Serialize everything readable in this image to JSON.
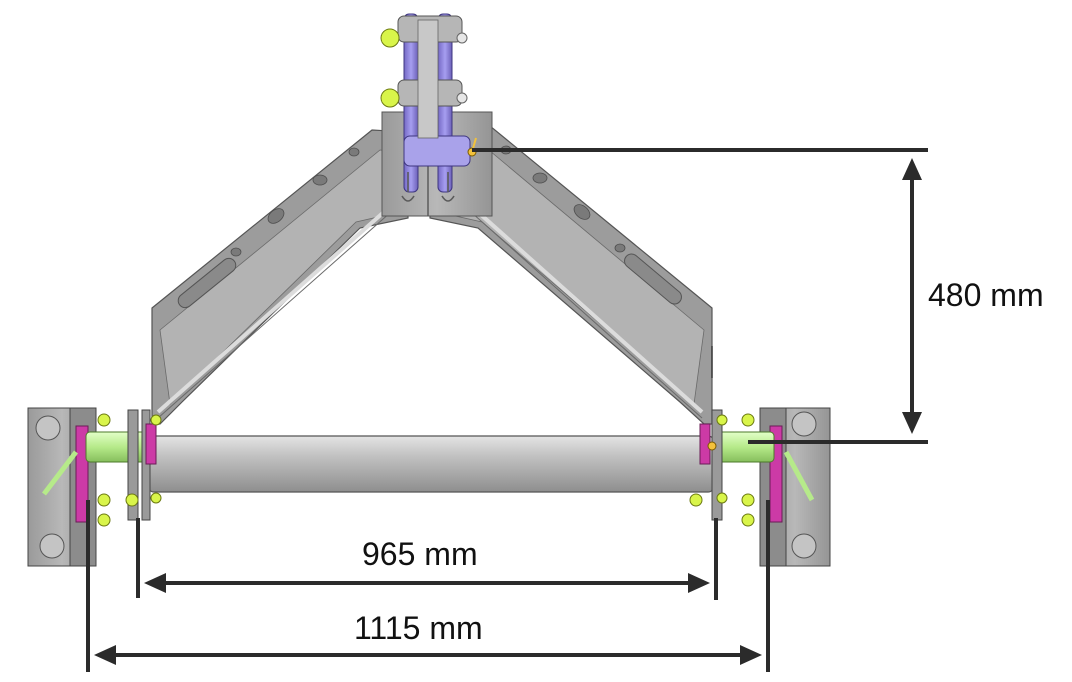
{
  "dimensions": {
    "height": "480 mm",
    "inner_width": "965 mm",
    "outer_width": "1115 mm"
  },
  "colors": {
    "frame_plate": "#a9a9a9",
    "frame_shadow": "#7d7d7d",
    "tube": "#b4b4b4",
    "top_link": "#8f86d8",
    "pin_green": "#b6ea8a",
    "bolt_yellow": "#d9f54a",
    "washer_magenta": "#cc3aa6",
    "dimension_line": "#2b2b2b"
  },
  "icons": [
    "top-link-icon",
    "hook-icon",
    "bolt-icon",
    "lower-pin-icon",
    "linch-pin-icon"
  ]
}
